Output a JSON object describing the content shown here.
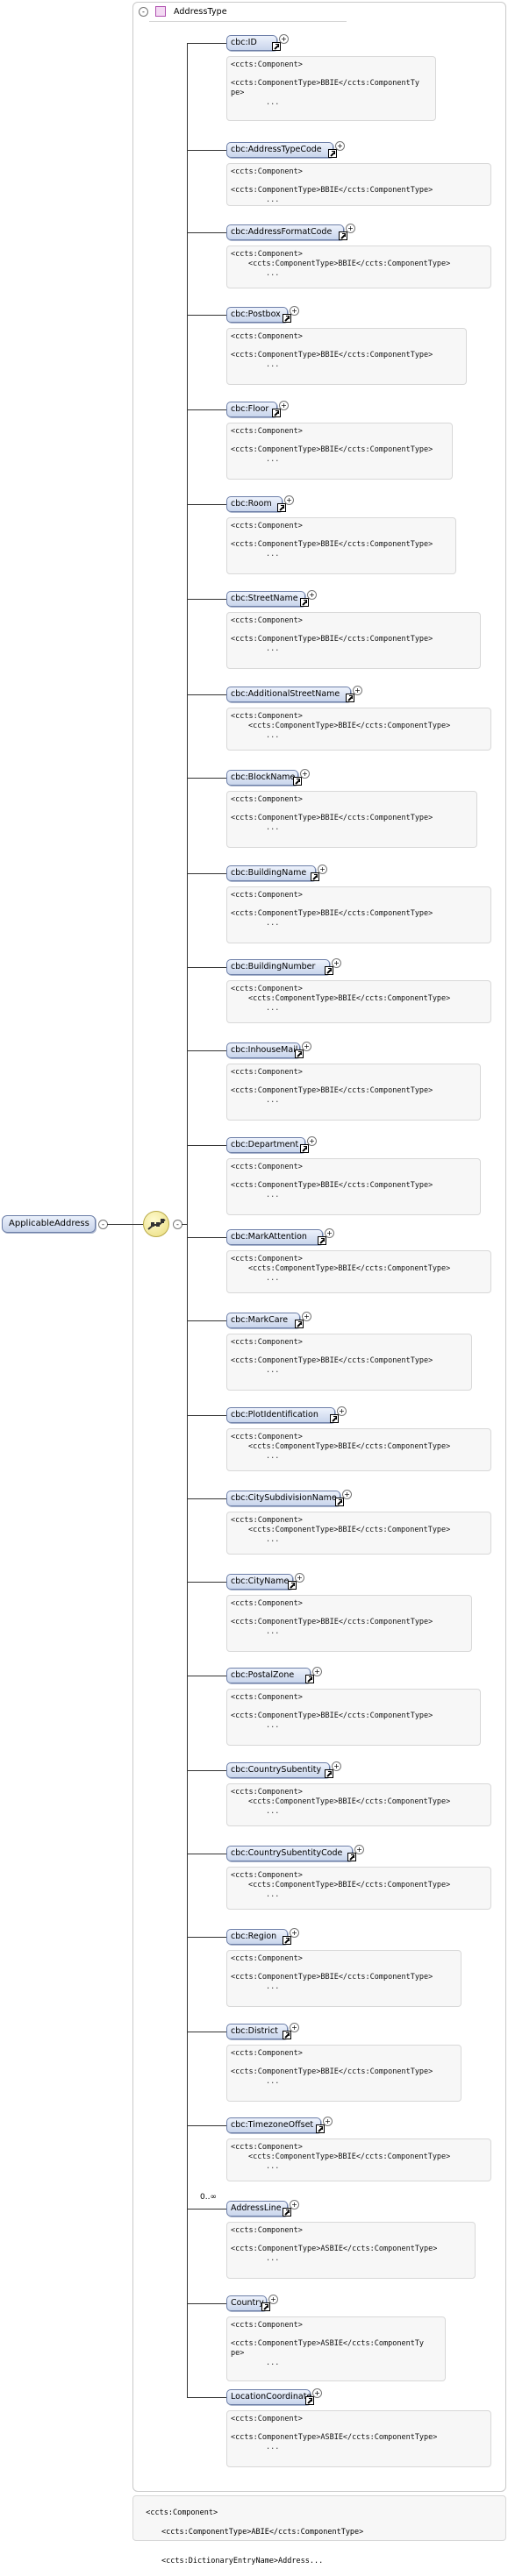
{
  "type": {
    "name": "AddressType",
    "collapse_symbol": "-"
  },
  "root": {
    "label": "ApplicableAddress",
    "collapse_symbol": "-"
  },
  "sequence": {
    "collapse_symbol": "-"
  },
  "children": [
    {
      "label": "cbc:ID",
      "anno": [
        "<ccts:Component>",
        "<ccts:ComponentType>BBIE</ccts:ComponentTy",
        "pe>",
        "..."
      ],
      "layout": "plain"
    },
    {
      "label": "cbc:AddressTypeCode",
      "anno": [
        "<ccts:Component>",
        "<ccts:ComponentType>BBIE</ccts:ComponentType>",
        "..."
      ],
      "layout": "plain"
    },
    {
      "label": "cbc:AddressFormatCode",
      "anno": [
        "<ccts:Component>",
        "<ccts:ComponentType>BBIE</ccts:ComponentType>",
        "..."
      ],
      "layout": "indent"
    },
    {
      "label": "cbc:Postbox",
      "anno": [
        "<ccts:Component>",
        "<ccts:ComponentType>BBIE</ccts:ComponentType>",
        "..."
      ],
      "layout": "gap"
    },
    {
      "label": "cbc:Floor",
      "anno": [
        "<ccts:Component>",
        "<ccts:ComponentType>BBIE</ccts:ComponentType>",
        "..."
      ],
      "layout": "gap"
    },
    {
      "label": "cbc:Room",
      "anno": [
        "<ccts:Component>",
        "<ccts:ComponentType>BBIE</ccts:ComponentType>",
        "..."
      ],
      "layout": "gap"
    },
    {
      "label": "cbc:StreetName",
      "anno": [
        "<ccts:Component>",
        "<ccts:ComponentType>BBIE</ccts:ComponentType>",
        "..."
      ],
      "layout": "gap"
    },
    {
      "label": "cbc:AdditionalStreetName",
      "anno": [
        "<ccts:Component>",
        "<ccts:ComponentType>BBIE</ccts:ComponentType>",
        "..."
      ],
      "layout": "indent"
    },
    {
      "label": "cbc:BlockName",
      "anno": [
        "<ccts:Component>",
        "<ccts:ComponentType>BBIE</ccts:ComponentType>",
        "..."
      ],
      "layout": "gap"
    },
    {
      "label": "cbc:BuildingName",
      "anno": [
        "<ccts:Component>",
        "<ccts:ComponentType>BBIE</ccts:ComponentType>",
        "..."
      ],
      "layout": "gap"
    },
    {
      "label": "cbc:BuildingNumber",
      "anno": [
        "<ccts:Component>",
        "<ccts:ComponentType>BBIE</ccts:ComponentType>",
        "..."
      ],
      "layout": "indent"
    },
    {
      "label": "cbc:InhouseMail",
      "anno": [
        "<ccts:Component>",
        "<ccts:ComponentType>BBIE</ccts:ComponentType>",
        "..."
      ],
      "layout": "gap"
    },
    {
      "label": "cbc:Department",
      "anno": [
        "<ccts:Component>",
        "<ccts:ComponentType>BBIE</ccts:ComponentType>",
        "..."
      ],
      "layout": "gap"
    },
    {
      "label": "cbc:MarkAttention",
      "anno": [
        "<ccts:Component>",
        "<ccts:ComponentType>BBIE</ccts:ComponentType>",
        "..."
      ],
      "layout": "indent"
    },
    {
      "label": "cbc:MarkCare",
      "anno": [
        "<ccts:Component>",
        "<ccts:ComponentType>BBIE</ccts:ComponentType>",
        "..."
      ],
      "layout": "gap"
    },
    {
      "label": "cbc:PlotIdentification",
      "anno": [
        "<ccts:Component>",
        "<ccts:ComponentType>BBIE</ccts:ComponentType>",
        "..."
      ],
      "layout": "indent"
    },
    {
      "label": "cbc:CitySubdivisionName",
      "anno": [
        "<ccts:Component>",
        "<ccts:ComponentType>BBIE</ccts:ComponentType>",
        "..."
      ],
      "layout": "indent"
    },
    {
      "label": "cbc:CityName",
      "anno": [
        "<ccts:Component>",
        "<ccts:ComponentType>BBIE</ccts:ComponentType>",
        "..."
      ],
      "layout": "gap"
    },
    {
      "label": "cbc:PostalZone",
      "anno": [
        "<ccts:Component>",
        "<ccts:ComponentType>BBIE</ccts:ComponentType>",
        "..."
      ],
      "layout": "gap"
    },
    {
      "label": "cbc:CountrySubentity",
      "anno": [
        "<ccts:Component>",
        "<ccts:ComponentType>BBIE</ccts:ComponentType>",
        "..."
      ],
      "layout": "indent"
    },
    {
      "label": "cbc:CountrySubentityCode",
      "anno": [
        "<ccts:Component>",
        "<ccts:ComponentType>BBIE</ccts:ComponentType>",
        "..."
      ],
      "layout": "indent"
    },
    {
      "label": "cbc:Region",
      "anno": [
        "<ccts:Component>",
        "<ccts:ComponentType>BBIE</ccts:ComponentType>",
        "..."
      ],
      "layout": "gap"
    },
    {
      "label": "cbc:District",
      "anno": [
        "<ccts:Component>",
        "<ccts:ComponentType>BBIE</ccts:ComponentType>",
        "..."
      ],
      "layout": "gap"
    },
    {
      "label": "cbc:TimezoneOffset",
      "anno": [
        "<ccts:Component>",
        "<ccts:ComponentType>BBIE</ccts:ComponentType>",
        "..."
      ],
      "layout": "indent"
    },
    {
      "label": "AddressLine",
      "anno": [
        "<ccts:Component>",
        "<ccts:ComponentType>ASBIE</ccts:ComponentType>",
        "..."
      ],
      "layout": "gap",
      "multiplicity": "0..∞"
    },
    {
      "label": "Country",
      "anno": [
        "<ccts:Component>",
        "<ccts:ComponentType>ASBIE</ccts:ComponentTy",
        "pe>",
        "..."
      ],
      "layout": "gap"
    },
    {
      "label": "LocationCoordinate",
      "anno": [
        "<ccts:Component>",
        "<ccts:ComponentType>ASBIE</ccts:ComponentType>",
        "..."
      ],
      "layout": "gap"
    }
  ],
  "bottom_annotation": [
    "<ccts:Component>",
    "<ccts:ComponentType>ABIE</ccts:ComponentType>",
    "<ccts:DictionaryEntryName>Address..."
  ]
}
